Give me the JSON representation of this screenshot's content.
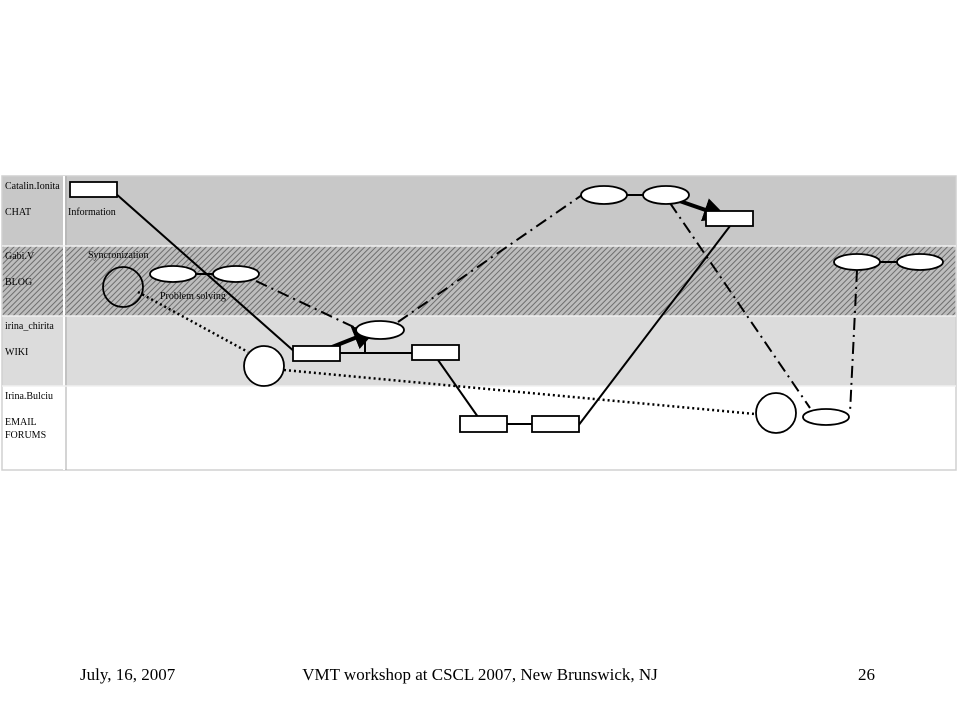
{
  "colors": {
    "lane_chat": "#c8c8c8",
    "lane_blog_base": "#bdbdbd",
    "lane_blog_hatch": "#6e6e6e",
    "lane_wiki": "#dcdcdc",
    "lane_email": "#ffffff",
    "stroke": "#000000"
  },
  "lanes": [
    {
      "user": "Catalin.Ionita",
      "tool": [
        "CHAT"
      ]
    },
    {
      "user": "Gabi.V",
      "tool": [
        "BLOG"
      ]
    },
    {
      "user": "irina_chirita",
      "tool": [
        "WIKI"
      ]
    },
    {
      "user": "Irina.Bulciu",
      "tool": [
        "EMAIL",
        "FORUMS"
      ]
    }
  ],
  "annotations": {
    "information": "Information",
    "synchronization": "Syncronization",
    "problem_solving": "Problem solving"
  },
  "footer": {
    "date": "July, 16, 2007",
    "title": "VMT workshop at CSCL 2007, New Brunswick, NJ",
    "page": "26"
  }
}
